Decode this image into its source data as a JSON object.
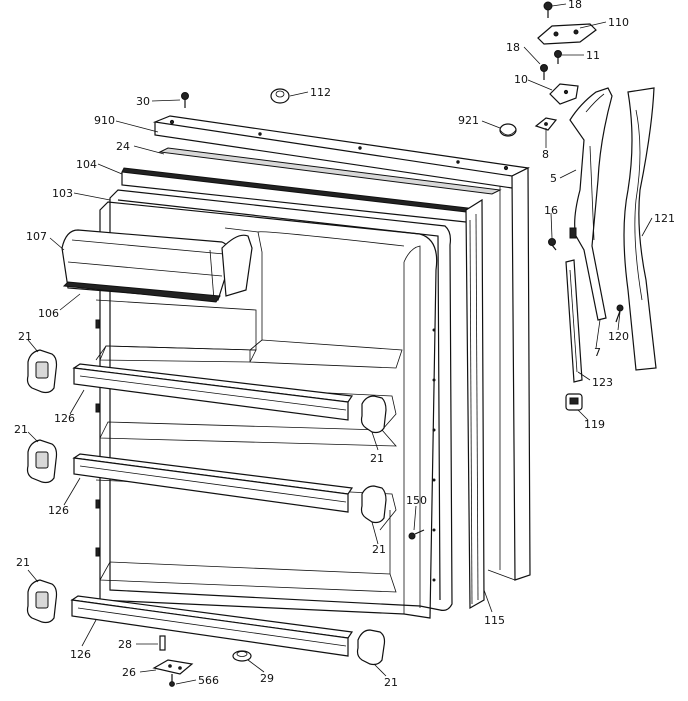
{
  "callouts": [
    {
      "id": "c-18-top",
      "text": "18"
    },
    {
      "id": "c-110",
      "text": "110"
    },
    {
      "id": "c-18",
      "text": "18"
    },
    {
      "id": "c-11",
      "text": "11"
    },
    {
      "id": "c-10",
      "text": "10"
    },
    {
      "id": "c-30",
      "text": "30"
    },
    {
      "id": "c-112",
      "text": "112"
    },
    {
      "id": "c-921",
      "text": "921"
    },
    {
      "id": "c-910",
      "text": "910"
    },
    {
      "id": "c-8",
      "text": "8"
    },
    {
      "id": "c-24",
      "text": "24"
    },
    {
      "id": "c-104",
      "text": "104"
    },
    {
      "id": "c-5",
      "text": "5"
    },
    {
      "id": "c-103",
      "text": "103"
    },
    {
      "id": "c-16",
      "text": "16"
    },
    {
      "id": "c-121",
      "text": "121"
    },
    {
      "id": "c-107",
      "text": "107"
    },
    {
      "id": "c-106",
      "text": "106"
    },
    {
      "id": "c-120",
      "text": "120"
    },
    {
      "id": "c-7",
      "text": "7"
    },
    {
      "id": "c-21-a",
      "text": "21"
    },
    {
      "id": "c-123",
      "text": "123"
    },
    {
      "id": "c-126-a",
      "text": "126"
    },
    {
      "id": "c-119",
      "text": "119"
    },
    {
      "id": "c-21-b",
      "text": "21"
    },
    {
      "id": "c-21-c",
      "text": "21"
    },
    {
      "id": "c-150",
      "text": "150"
    },
    {
      "id": "c-126-b",
      "text": "126"
    },
    {
      "id": "c-21-d",
      "text": "21"
    },
    {
      "id": "c-21-e",
      "text": "21"
    },
    {
      "id": "c-115",
      "text": "115"
    },
    {
      "id": "c-126-c",
      "text": "126"
    },
    {
      "id": "c-28",
      "text": "28"
    },
    {
      "id": "c-26",
      "text": "26"
    },
    {
      "id": "c-566",
      "text": "566"
    },
    {
      "id": "c-29",
      "text": "29"
    },
    {
      "id": "c-21-f",
      "text": "21"
    }
  ]
}
